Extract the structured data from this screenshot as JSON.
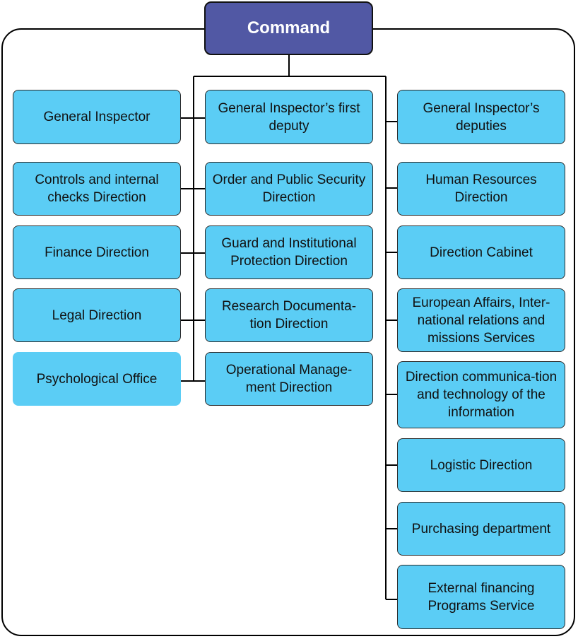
{
  "command": {
    "label": "Command"
  },
  "left": [
    {
      "id": "general-inspector",
      "label": "General Inspector"
    },
    {
      "id": "controls-internal-checks",
      "label": "Controls and internal checks Direction"
    },
    {
      "id": "finance-direction",
      "label": "Finance Direction"
    },
    {
      "id": "legal-direction",
      "label": "Legal Direction"
    },
    {
      "id": "psychological-office",
      "label": "Psychological Office"
    }
  ],
  "middle": [
    {
      "id": "first-deputy",
      "label": "General Inspector’s first deputy"
    },
    {
      "id": "order-public-security",
      "label": "Order and Public Security Direction"
    },
    {
      "id": "guard-institutional-protection",
      "label": "Guard and Institutional Protection Direction"
    },
    {
      "id": "research-documentation",
      "label": "Research Documenta-tion Direction"
    },
    {
      "id": "operational-management",
      "label": "Operational Manage-ment Direction"
    }
  ],
  "right": [
    {
      "id": "deputies",
      "label": "General Inspector’s deputies"
    },
    {
      "id": "human-resources",
      "label": "Human Resources Direction"
    },
    {
      "id": "direction-cabinet",
      "label": "Direction Cabinet"
    },
    {
      "id": "european-affairs",
      "label": "European Affairs, Inter-national relations and missions Services"
    },
    {
      "id": "communication-technology",
      "label": "Direction communica-tion and technology of the information"
    },
    {
      "id": "logistic-direction",
      "label": "Logistic Direction"
    },
    {
      "id": "purchasing-department",
      "label": "Purchasing department"
    },
    {
      "id": "external-financing",
      "label": "External financing Programs Service"
    }
  ],
  "colors": {
    "command_fill": "#5158a4",
    "box_fill": "#5bcdf5",
    "line": "#000000"
  }
}
